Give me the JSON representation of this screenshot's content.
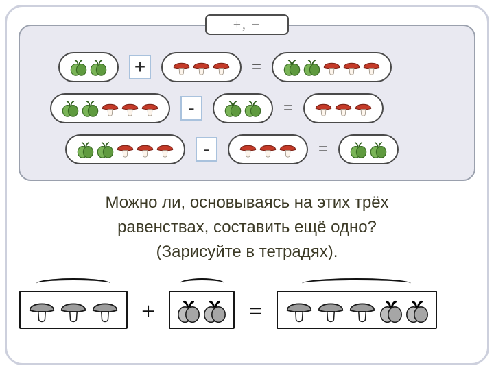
{
  "tab": {
    "label": "+, −"
  },
  "panel": {
    "rows": [
      {
        "left": [
          "apple",
          "apple"
        ],
        "op": "+",
        "right": [
          "mushroom",
          "mushroom",
          "mushroom"
        ],
        "equals": "=",
        "result": [
          "apple",
          "apple",
          "mushroom",
          "mushroom",
          "mushroom"
        ]
      },
      {
        "left": [
          "apple",
          "apple",
          "mushroom",
          "mushroom",
          "mushroom"
        ],
        "op": "-",
        "right": [
          "apple",
          "apple"
        ],
        "equals": "=",
        "result": [
          "mushroom",
          "mushroom",
          "mushroom"
        ]
      },
      {
        "left": [
          "apple",
          "apple",
          "mushroom",
          "mushroom",
          "mushroom"
        ],
        "op": "-",
        "right": [
          "mushroom",
          "mushroom",
          "mushroom"
        ],
        "equals": "=",
        "result": [
          "apple",
          "apple"
        ]
      }
    ]
  },
  "question": {
    "lines": [
      "Можно ли, основываясь на этих трёх",
      "равенствах, составить ещё одно?",
      "(Зарисуйте в тетрадях)."
    ]
  },
  "answer": {
    "op": "+",
    "equals": "=",
    "groups": [
      {
        "items": [
          "mushroom",
          "mushroom",
          "mushroom"
        ]
      },
      {
        "items": [
          "apple",
          "apple"
        ]
      },
      {
        "items": [
          "mushroom",
          "mushroom",
          "mushroom",
          "apple",
          "apple"
        ]
      }
    ]
  },
  "colors": {
    "apple_green": "#6aa84f",
    "mushroom_red": "#c43a28",
    "panel_background": "#e9e9f1",
    "operator_box_border": "#a9c2dd",
    "frame_border": "#cdd0dd"
  }
}
